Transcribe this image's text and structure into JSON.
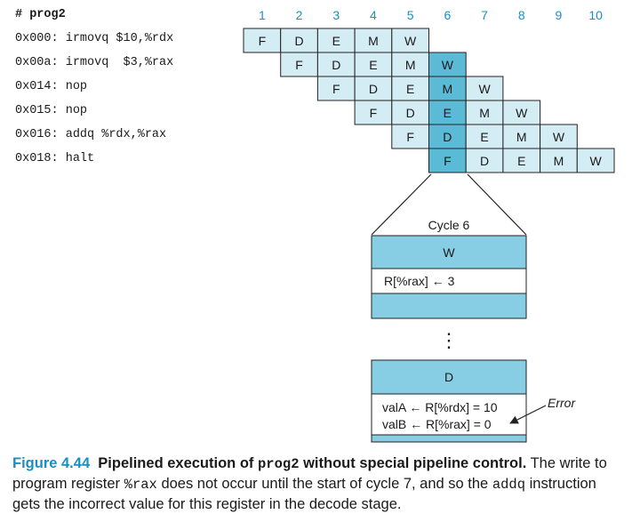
{
  "program": {
    "title": "# prog2",
    "lines": [
      {
        "addr": "0x000:",
        "instr": "irmovq $10,%rdx"
      },
      {
        "addr": "0x00a:",
        "instr": "irmovq  $3,%rax"
      },
      {
        "addr": "0x014:",
        "instr": "nop"
      },
      {
        "addr": "0x015:",
        "instr": "nop"
      },
      {
        "addr": "0x016:",
        "instr": "addq %rdx,%rax"
      },
      {
        "addr": "0x018:",
        "instr": "halt"
      }
    ]
  },
  "pipeline": {
    "cycles": [
      "1",
      "2",
      "3",
      "4",
      "5",
      "6",
      "7",
      "8",
      "9",
      "10"
    ],
    "stages": [
      "F",
      "D",
      "E",
      "M",
      "W"
    ],
    "highlight_cycle": 6,
    "colors": {
      "cell": "#d4ecf4",
      "cell_highlight": "#5bbad6",
      "stage_bar": "#87cde3",
      "cycle_number": "#1a8fc0",
      "border": "#222222"
    }
  },
  "detail": {
    "cycle_label": "Cycle 6",
    "w_stage": {
      "label": "W",
      "rows": [
        "R[%rax] ← 3"
      ]
    },
    "ellipsis": "⋮",
    "d_stage": {
      "label": "D",
      "rows": [
        "valA ← R[%rdx] = 10",
        "valB ← R[%rax] = 0"
      ]
    },
    "error_label": "Error"
  },
  "caption": {
    "label": "Figure 4.44",
    "title_parts": [
      "Pipelined execution of ",
      "prog2",
      " without special pipeline control."
    ],
    "body_parts": [
      " The write to program register ",
      "%rax",
      " does not occur until the start of cycle 7, and so the ",
      "addq",
      " instruction gets the incorrect value for this register in the decode stage."
    ]
  }
}
